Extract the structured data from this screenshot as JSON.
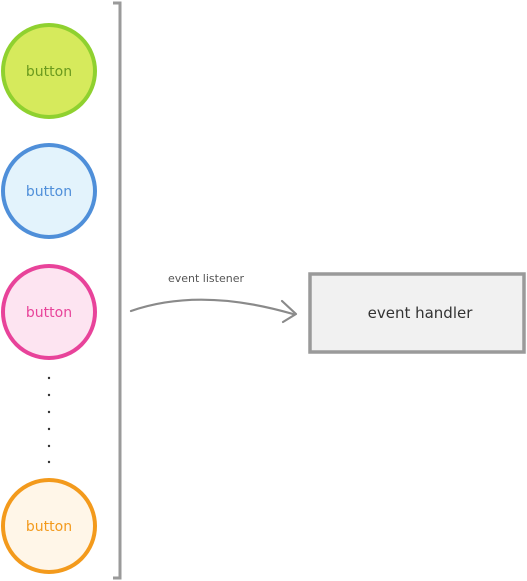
{
  "buttons": [
    {
      "label": "button",
      "stroke": "#8fd12f",
      "fill": "#d6ea5c",
      "text_color": "#6a9a1e"
    },
    {
      "label": "button",
      "stroke": "#4f8fd9",
      "fill": "#e3f3fc",
      "text_color": "#4f8fd9"
    },
    {
      "label": "button",
      "stroke": "#e8439a",
      "fill": "#fde4f1",
      "text_color": "#e8439a"
    },
    {
      "label": "button",
      "stroke": "#f39a1c",
      "fill": "#fff6e8",
      "text_color": "#f39a1c"
    }
  ],
  "listener": {
    "label": "event listener",
    "color": "#8a8a8a"
  },
  "handler": {
    "label": "event handler",
    "stroke": "#9a9a9a",
    "fill": "#f1f1f1"
  },
  "bracket_color": "#9a9a9a",
  "dots_color": "#333333"
}
